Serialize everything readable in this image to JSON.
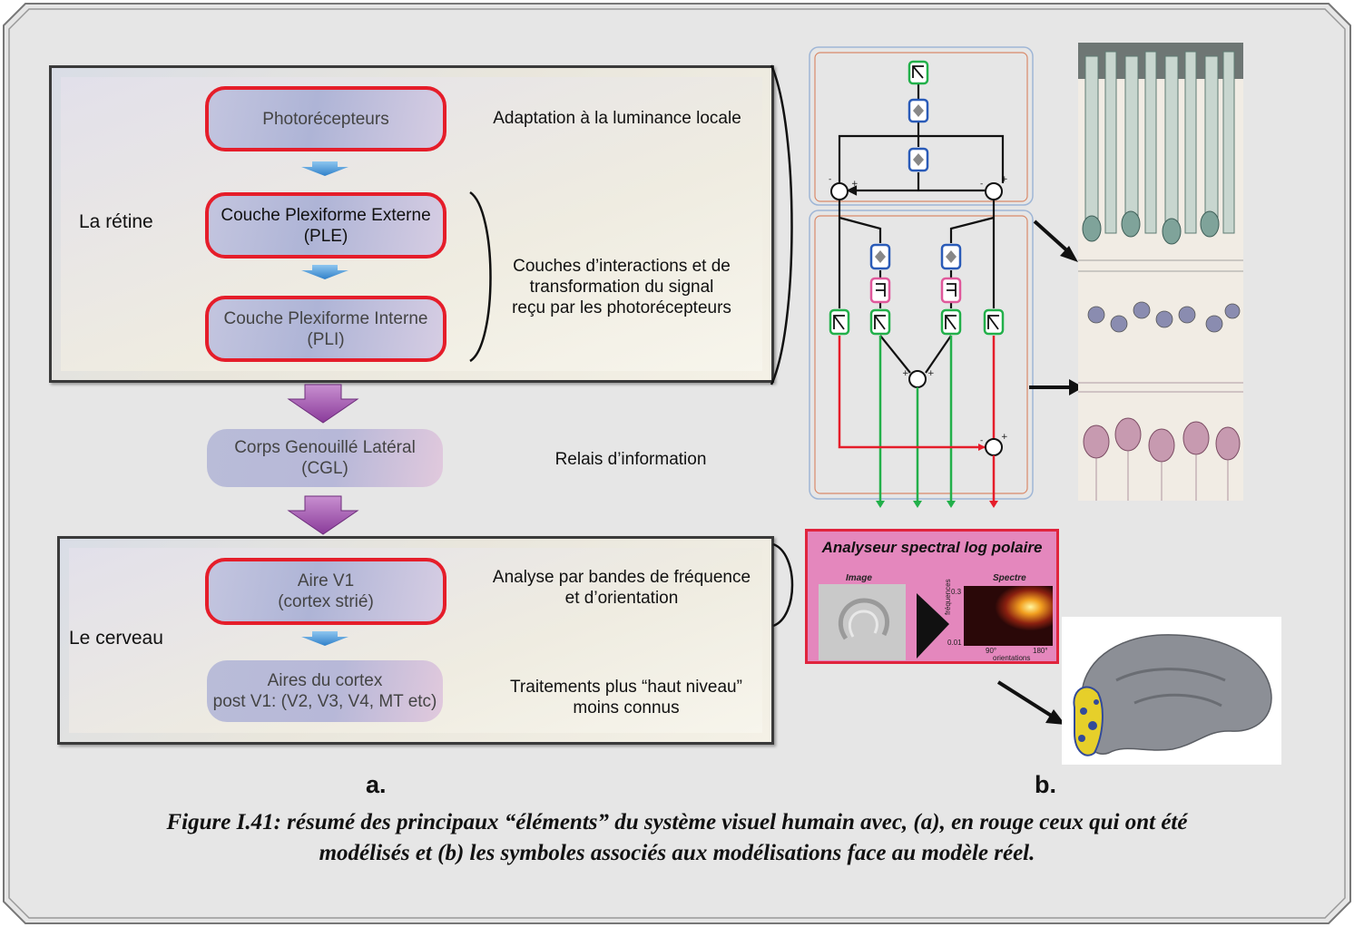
{
  "left": {
    "retina_label": "La rétine",
    "brain_label": "Le cerveau",
    "boxes": {
      "photo": "Photorécepteurs",
      "ple_1": "Couche Plexiforme Externe",
      "ple_2": "(PLE)",
      "pli_1": "Couche Plexiforme Interne",
      "pli_2": "(PLI)",
      "cgl_1": "Corps Genouillé Latéral",
      "cgl_2": "(CGL)",
      "v1_1": "Aire V1",
      "v1_2": "(cortex strié)",
      "post_1": "Aires du cortex",
      "post_2": "post V1: (V2, V3, V4, MT etc)"
    },
    "descriptions": {
      "photo": "Adaptation à la luminance locale",
      "couches_1": "Couches d’interactions et de",
      "couches_2": "transformation du signal",
      "couches_3": "reçu par les photorécepteurs",
      "relais": "Relais d’information",
      "analyse_1": "Analyse par bandes de fréquence",
      "analyse_2": "et d’orientation",
      "traitements_1": "Traitements plus “haut niveau”",
      "traitements_2": "moins connus"
    }
  },
  "analyser": {
    "title": "Analyseur spectral log polaire",
    "image_label": "Image",
    "spectre_label": "Spectre",
    "y_top": "0.3",
    "y_bottom": "0.01",
    "y_axis": "fréquences",
    "x_tick_1": "90°",
    "x_tick_2": "180°",
    "x_axis": "orientations"
  },
  "letters": {
    "a": "a.",
    "b": "b."
  },
  "caption": {
    "line1": "Figure I.41: résumé des principaux “éléments” du système visuel humain avec, (a), en rouge ceux qui ont été",
    "line2": "modélisés et (b) les symboles associés aux modélisations face au modèle réel."
  },
  "colors": {
    "red_border": "#e51d2a",
    "green_signal": "#22b04a",
    "red_signal": "#e51d2a",
    "blue_filter": "#2a5bb8",
    "pink_filter": "#e0589b",
    "arrow_blue": "#3b8fd6",
    "arrow_purple": "#9a4ea8",
    "analyser_bg": "#e487bd"
  }
}
